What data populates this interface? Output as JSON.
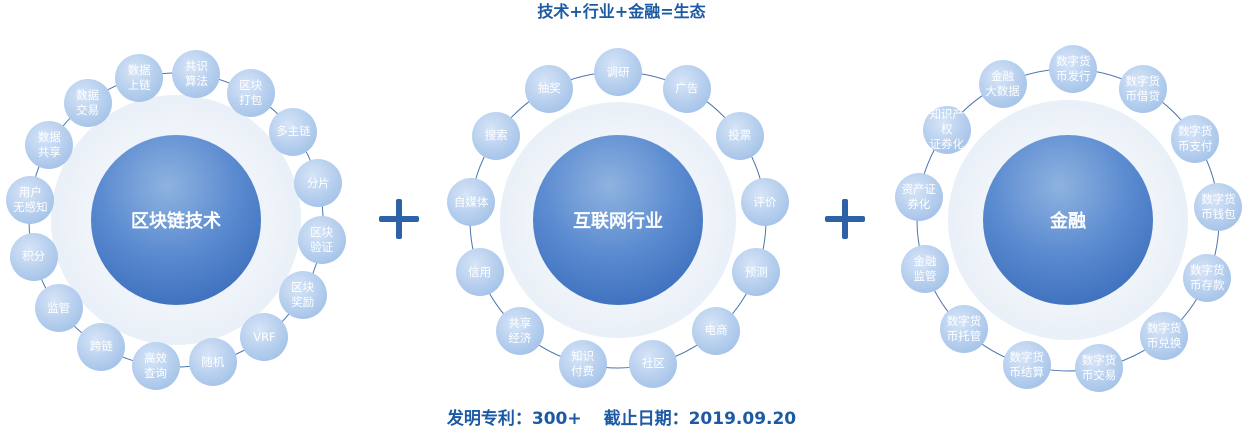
{
  "header": {
    "title": "技术+行业+金融=生态"
  },
  "footer": {
    "patents": "发明专利：300+",
    "deadline": "截止日期：2019.09.20"
  },
  "colors": {
    "accent": "#1d5aa4",
    "node": "#a9c6ea",
    "core": "#4f80c8",
    "line": "#4a74ad"
  },
  "groups": [
    {
      "center": "区块链技术",
      "nodes": [
        "共识\n算法",
        "区块\n打包",
        "多主链",
        "分片",
        "区块\n验证",
        "区块\n奖励",
        "VRF",
        "随机",
        "高效\n查询",
        "跨链",
        "监管",
        "积分",
        "用户\n无感知",
        "数据\n共享",
        "数据\n交易",
        "数据\n上链"
      ]
    },
    {
      "center": "互联网行业",
      "nodes": [
        "调研",
        "广告",
        "投票",
        "评价",
        "预测",
        "电商",
        "社区",
        "知识\n付费",
        "共享\n经济",
        "信用",
        "自媒体",
        "搜索",
        "抽奖"
      ]
    },
    {
      "center": "金融",
      "nodes": [
        "数字货\n币发行",
        "数字货\n币借贷",
        "数字货\n币支付",
        "数字货\n币钱包",
        "数字货\n币存款",
        "数字货\n币兑换",
        "数字货\n币交易",
        "数字货\n币结算",
        "数字货\n币托管",
        "金融\n监管",
        "资产证\n券化",
        "知识产权\n证券化",
        "金融\n大数据"
      ]
    }
  ]
}
